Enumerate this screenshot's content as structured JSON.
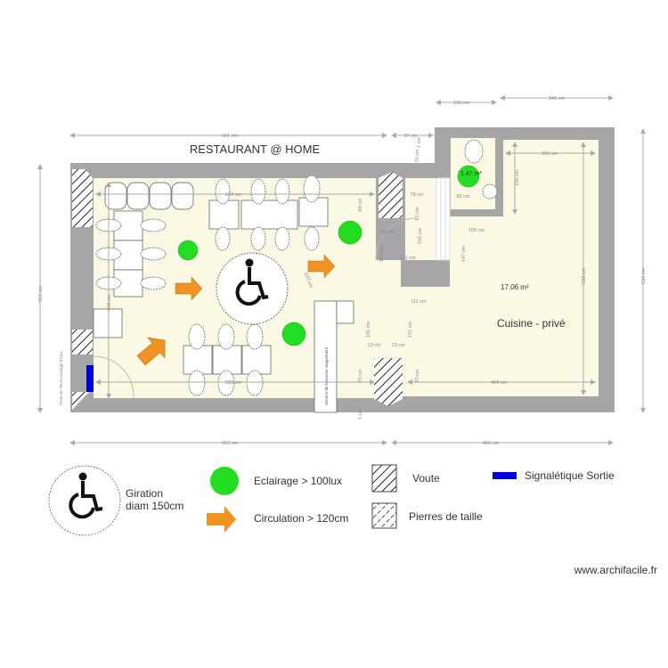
{
  "plan": {
    "title": "RESTAURANT @ HOME",
    "kitchen_label": "Cuisine - privé",
    "kitchen_area": "17.06 m²",
    "wc_area": "1.47 m²",
    "counter_label": "Service de boissons uniquement",
    "door_label": "Porte de 90cm passage 81cm",
    "dimensions": [
      "661 cm",
      "97 cm",
      "70 cm",
      "130 cm",
      "240 cm",
      "200 cm",
      "158 cm",
      "533 cm",
      "533 cm",
      "519 cm",
      "594 cm",
      "69 cm",
      "78 cm",
      "61 cm",
      "55 cm",
      "108 cm",
      "192 cm",
      "111 cm",
      "105 cm",
      "147 cm",
      "111 cm",
      "181 cm",
      "151 cm",
      "13 cm",
      "13 cm",
      "70 cm",
      "70 cm",
      "404 cm",
      "589 cm",
      "662 cm",
      "466 cm",
      "1 cm",
      "1 cm",
      "120 cm",
      "450 cm",
      "65 cm"
    ],
    "colors": {
      "wall": "#a6a6a6",
      "floor": "#fbf8e3",
      "light": "#22dd22",
      "arrow": "#ef9423",
      "exit_sign": "#0000dd"
    }
  },
  "legend": {
    "wheelchair": {
      "line1": "Giration",
      "line2": "diam 150cm",
      "icon": "wheelchair-icon"
    },
    "lighting": "Eclairage > 100lux",
    "circulation": "Circulation > 120cm",
    "voute": "Voute",
    "stone": "Pierres de taille",
    "exit": "Signalétique Sortie"
  },
  "footer": {
    "credit": "www.archifacile.fr"
  }
}
